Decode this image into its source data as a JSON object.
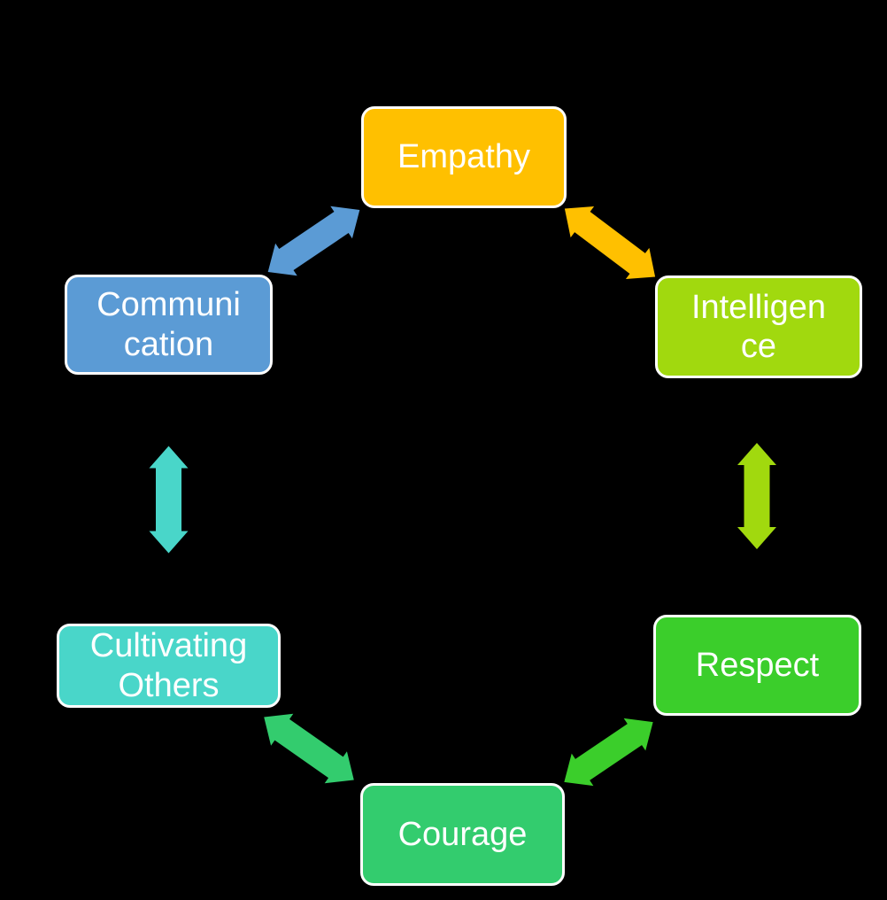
{
  "figure": {
    "kind": "cycle-diagram",
    "background_color": "#000000",
    "text_color": "#FFFFFF",
    "node_border_color": "#FFFFFF"
  },
  "nodes": [
    {
      "name": "empathy",
      "label": "Empathy",
      "color": "#FFC000"
    },
    {
      "name": "intelligence",
      "label": "Intelligen\nce",
      "color": "#A1D90E"
    },
    {
      "name": "respect",
      "label": "Respect",
      "color": "#3BCE2B"
    },
    {
      "name": "courage",
      "label": "Courage",
      "color": "#33CC6E"
    },
    {
      "name": "cultivating-others",
      "label": "Cultivating\nOthers",
      "color": "#49D6C9"
    },
    {
      "name": "communication",
      "label": "Communi\ncation",
      "color": "#5B9BD5"
    }
  ],
  "connectors": [
    {
      "name": "communication-empathy",
      "from": "communication",
      "to": "empathy",
      "style": "double-arrow",
      "color": "#5B9BD5"
    },
    {
      "name": "empathy-intelligence",
      "from": "empathy",
      "to": "intelligence",
      "style": "double-arrow",
      "color": "#FFC000"
    },
    {
      "name": "intelligence-respect",
      "from": "intelligence",
      "to": "respect",
      "style": "double-arrow",
      "color": "#A1D90E"
    },
    {
      "name": "respect-courage",
      "from": "respect",
      "to": "courage",
      "style": "double-arrow",
      "color": "#3BCE2B"
    },
    {
      "name": "courage-cultivating-others",
      "from": "courage",
      "to": "cultivating-others",
      "style": "double-arrow",
      "color": "#33CC6E"
    },
    {
      "name": "cultivating-others-communication",
      "from": "cultivating-others",
      "to": "communication",
      "style": "double-arrow",
      "color": "#49D6C9"
    }
  ]
}
